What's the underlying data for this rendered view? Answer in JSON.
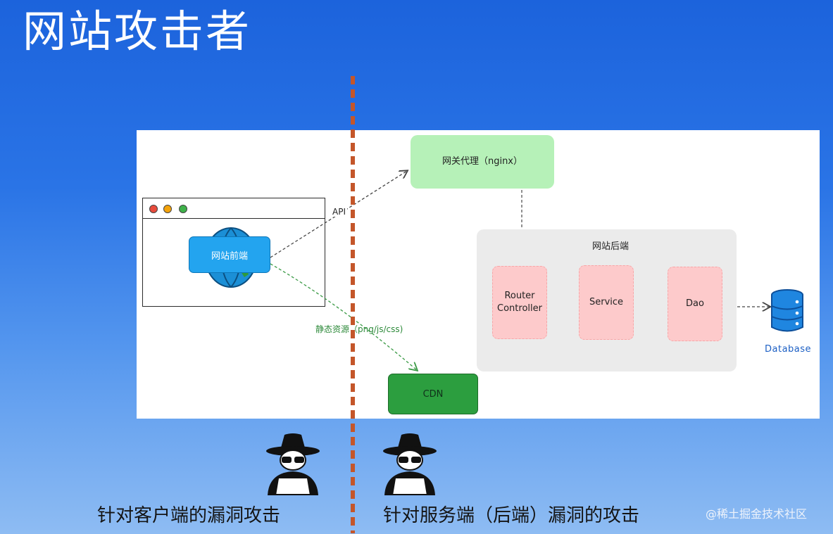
{
  "title": "网站攻击者",
  "diagram": {
    "browser_button": "网站前端",
    "gateway": "网关代理（nginx）",
    "backend_group": "网站后端",
    "router": "Router\nController",
    "service": "Service",
    "dao": "Dao",
    "database": "Database",
    "cdn": "CDN",
    "api_label": "API",
    "static_label": "静态资源（png/js/css)"
  },
  "captions": {
    "client": "针对客户端的漏洞攻击",
    "server": "针对服务端（后端）漏洞的攻击"
  },
  "watermark": "@稀土掘金技术社区",
  "colors": {
    "gateway": "#b6f1b8",
    "backend_component": "#fdcacb",
    "cdn": "#2c9e3f",
    "frontend_button": "#23a4ef",
    "divider": "#c4562a"
  }
}
